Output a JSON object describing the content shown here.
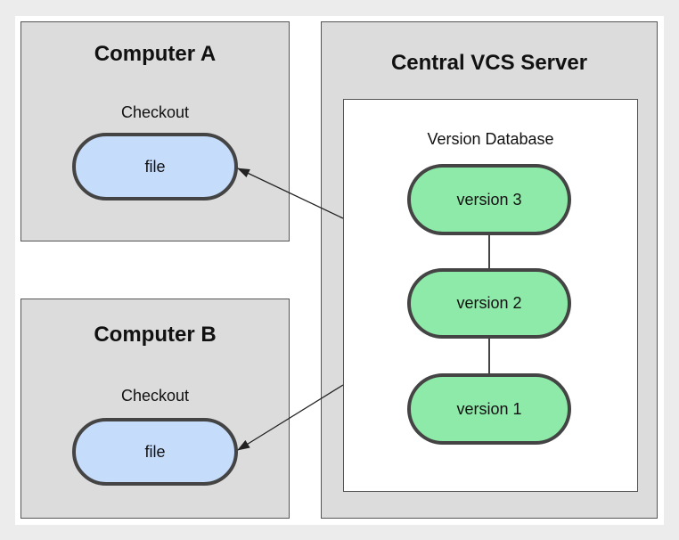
{
  "computer_a": {
    "title": "Computer A",
    "checkout_label": "Checkout",
    "file_label": "file"
  },
  "computer_b": {
    "title": "Computer B",
    "checkout_label": "Checkout",
    "file_label": "file"
  },
  "server": {
    "title": "Central VCS Server",
    "database_label": "Version Database",
    "versions": [
      "version 3",
      "version 2",
      "version 1"
    ]
  },
  "colors": {
    "background": "#ececec",
    "box_fill": "#dcdcdc",
    "file_fill": "#c6dcfb",
    "version_fill": "#8eeaa8",
    "outline": "#444444"
  }
}
